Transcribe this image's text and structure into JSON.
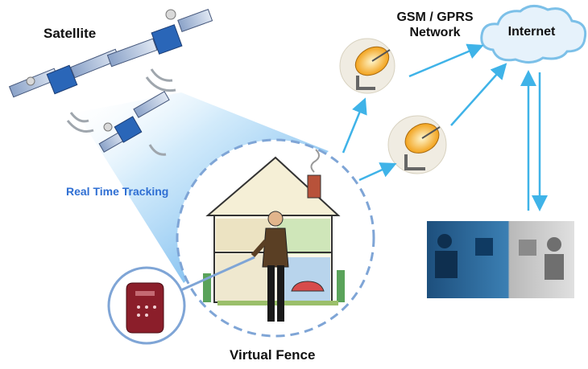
{
  "labels": {
    "satellite": "Satellite",
    "gsm_line1": "GSM / GPRS",
    "gsm_line2": "Network",
    "internet": "Internet",
    "real_time_tracking": "Real Time Tracking",
    "virtual_fence": "Virtual Fence"
  },
  "colors": {
    "arrow": "#3fb3e8",
    "beam": "#4aa6e6",
    "fence": "#7fa5d6",
    "cloud_fill": "#e6f2fb",
    "cloud_stroke": "#7cc0e8",
    "tracker_body": "#8b1e2a",
    "tracking_text": "#2f6fd3"
  }
}
